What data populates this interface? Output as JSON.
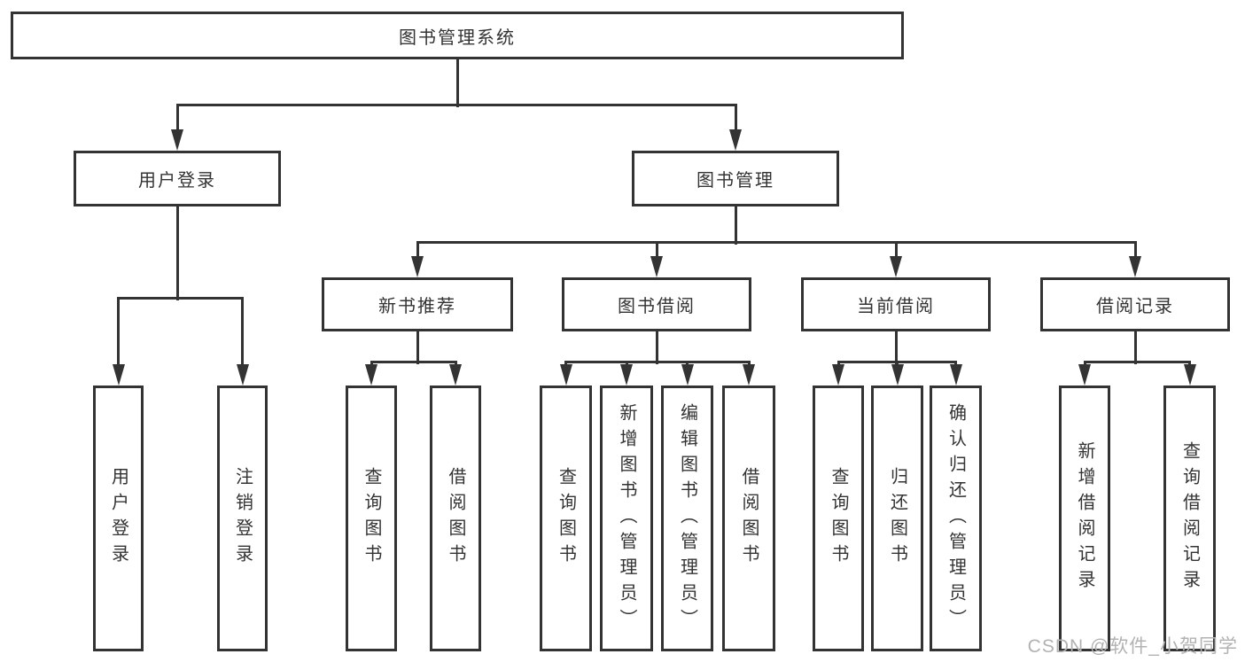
{
  "diagram": {
    "title": "图书管理系统",
    "nodes": [
      {
        "id": "library-system",
        "label": "图书管理系统",
        "vertical": false
      },
      {
        "id": "user-login",
        "label": "用户登录",
        "vertical": false
      },
      {
        "id": "book-management",
        "label": "图书管理",
        "vertical": false
      },
      {
        "id": "user-login-leaf",
        "label": "用户登录",
        "vertical": true
      },
      {
        "id": "logout",
        "label": "注销登录",
        "vertical": true
      },
      {
        "id": "new-book-recommend",
        "label": "新书推荐",
        "vertical": false
      },
      {
        "id": "book-borrowing",
        "label": "图书借阅",
        "vertical": false
      },
      {
        "id": "current-borrowing",
        "label": "当前借阅",
        "vertical": false
      },
      {
        "id": "borrowing-records",
        "label": "借阅记录",
        "vertical": false
      },
      {
        "id": "query-books-1",
        "label": "查询图书",
        "vertical": true
      },
      {
        "id": "borrow-books-1",
        "label": "借阅图书",
        "vertical": true
      },
      {
        "id": "query-books-2",
        "label": "查询图书",
        "vertical": true
      },
      {
        "id": "add-books",
        "label": "新增图书（管理员）",
        "vertical": true
      },
      {
        "id": "edit-books",
        "label": "编辑图书（管理员）",
        "vertical": true
      },
      {
        "id": "borrow-books-2",
        "label": "借阅图书",
        "vertical": true
      },
      {
        "id": "query-books-3",
        "label": "查询图书",
        "vertical": true
      },
      {
        "id": "return-books",
        "label": "归还图书",
        "vertical": true
      },
      {
        "id": "confirm-return",
        "label": "确认归还（管理员）",
        "vertical": true
      },
      {
        "id": "add-borrow-record",
        "label": "新增借阅记录",
        "vertical": true
      },
      {
        "id": "query-borrow-record",
        "label": "查询借阅记录",
        "vertical": true
      }
    ],
    "edges": [
      {
        "parent": "library-system",
        "children": [
          "user-login",
          "book-management"
        ]
      },
      {
        "parent": "user-login",
        "children": [
          "user-login-leaf",
          "logout"
        ]
      },
      {
        "parent": "book-management",
        "children": [
          "new-book-recommend",
          "book-borrowing",
          "current-borrowing",
          "borrowing-records"
        ]
      },
      {
        "parent": "new-book-recommend",
        "children": [
          "query-books-1",
          "borrow-books-1"
        ]
      },
      {
        "parent": "book-borrowing",
        "children": [
          "query-books-2",
          "add-books",
          "edit-books",
          "borrow-books-2"
        ]
      },
      {
        "parent": "current-borrowing",
        "children": [
          "query-books-3",
          "return-books",
          "confirm-return"
        ]
      },
      {
        "parent": "borrowing-records",
        "children": [
          "add-borrow-record",
          "query-borrow-record"
        ]
      }
    ]
  },
  "watermark": {
    "text": "CSDN @软件_小贺同学"
  },
  "colors": {
    "line": "#333333",
    "text": "#333333",
    "background": "#ffffff",
    "watermark": "#b2b2b2"
  }
}
